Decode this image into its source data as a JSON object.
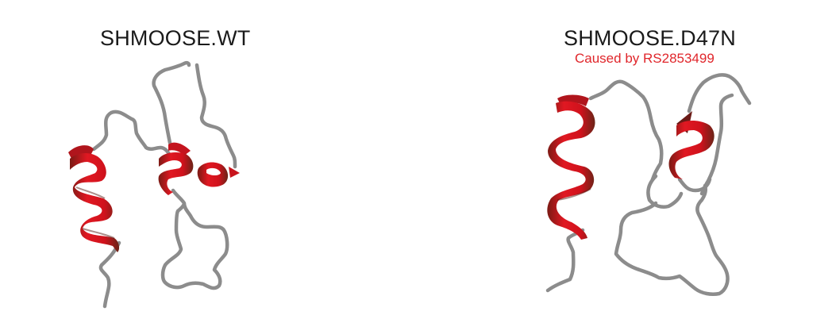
{
  "figure": {
    "panels": [
      {
        "id": "wt",
        "title": "SHMOOSE.WT",
        "subtitle": "",
        "helix_count": 3
      },
      {
        "id": "d47n",
        "title": "SHMOOSE.D47N",
        "subtitle": "Caused by RS2853499",
        "helix_count": 2
      }
    ],
    "colors": {
      "helix": "#d8151f",
      "helix_dark": "#5a2a22",
      "coil": "#8a8a8a",
      "title": "#1a1a1a",
      "subtitle": "#e0262b",
      "background": "#ffffff"
    }
  }
}
